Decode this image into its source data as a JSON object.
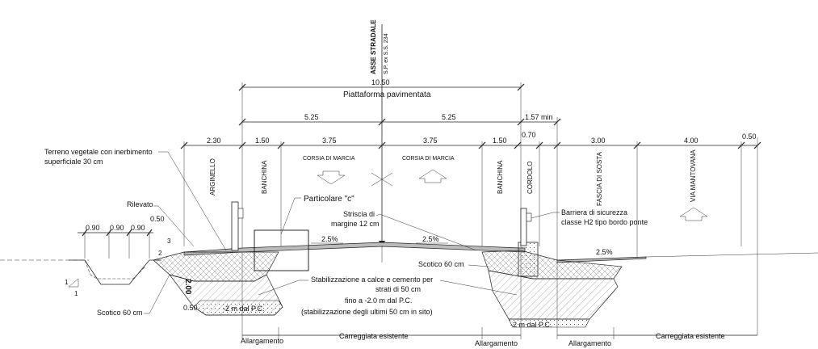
{
  "axis": {
    "title": "ASSE STRADALE",
    "subtitle": "S.P. ex S.S. 234"
  },
  "overall": {
    "width": "10.50",
    "label": "Piattaforma pavimentata"
  },
  "half_widths": {
    "left": "5.25",
    "right": "5.25",
    "min": "1.57 min"
  },
  "segments": {
    "arginello_w": "2.30",
    "banchina_left_w": "1.50",
    "corsia_left_w": "3.75",
    "corsia_right_w": "3.75",
    "banchina_right_w": "1.50",
    "cordolo_w": "0.70",
    "sosta_w": "3.00",
    "mantovana_w": "4.00",
    "end_w": "0.50"
  },
  "zones": {
    "arginello": "ARGINELLO",
    "banchina_left": "BANCHINA",
    "corsia_left": "CORSIA DI MARCIA",
    "corsia_right": "CORSIA DI MARCIA",
    "banchina_right": "BANCHINA",
    "cordolo": "CORDOLO",
    "sosta": "FASCIA DI SOSTA",
    "mantovana": "VIA MANTOVANA"
  },
  "callouts": {
    "terreno": [
      "Terreno vegetale con inerbimento",
      "superficiale 30 cm"
    ],
    "rilevato": "Rilevato",
    "particolare": "Particolare \"c\"",
    "striscia": [
      "Striscia di",
      "margine 12 cm"
    ],
    "barriera": [
      "Barriera di sicurezza",
      "classe H2 tipo bordo ponte"
    ],
    "scotico_left": "Scotico 60 cm",
    "scotico_right": "Scotico 60 cm",
    "stabilizzazione": [
      "Stabilizzazione a calce e cemento per",
      "strati di 50 cm",
      "fino a -2.0 m dal P.C.",
      "(stabilizzazione degli ultimi 50 cm in sito)"
    ]
  },
  "slopes": {
    "left": "2.5%",
    "right": "2.5%",
    "sosta": "2.5%"
  },
  "ditch": {
    "w1": "0.90",
    "w2": "0.90",
    "w3": "0.90",
    "h": "0.50",
    "ratio_a": "3",
    "ratio_b": "2",
    "ratio_c": "1",
    "ratio_d": "1"
  },
  "depths": {
    "left_depth": "-2 m dal P.C.",
    "right_depth": "-2 m dal P.C.",
    "left_200": "2.00",
    "left_050": "0.50"
  },
  "bottom": {
    "allarg_1": "Allargamento",
    "esistente_1": "Carreggiata esistente",
    "allarg_2": "Allargamento",
    "allarg_3": "Allargamento",
    "esistente_2": "Carreggiata esistente"
  }
}
